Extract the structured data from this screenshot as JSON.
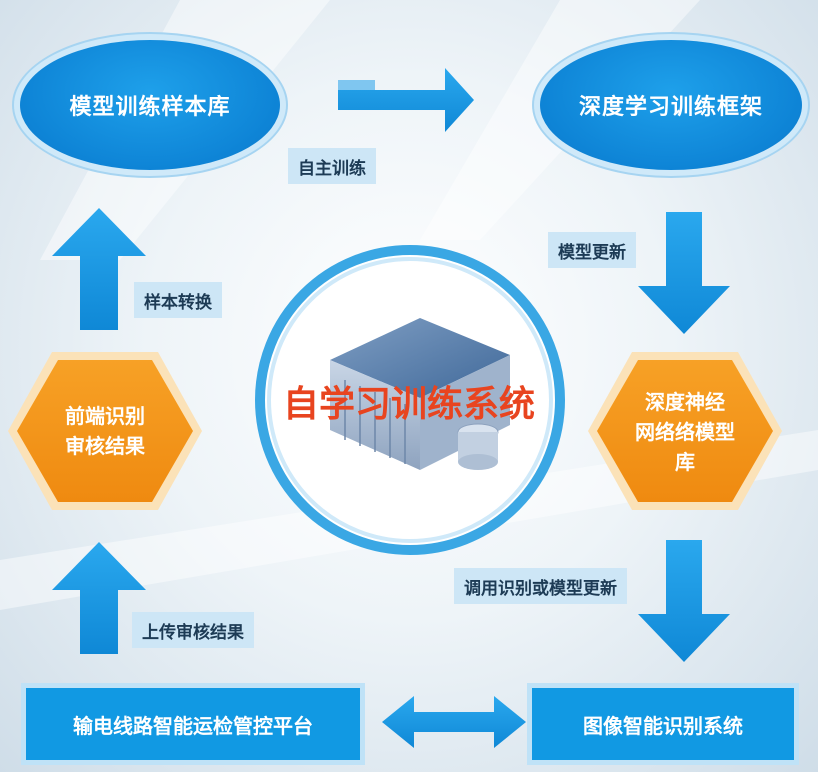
{
  "nodes": {
    "sample_library": "模型训练样本库",
    "dl_framework": "深度学习训练框架",
    "dnn_library": [
      "深度神经",
      "网络络模型",
      "库"
    ],
    "image_recognition": "图像智能识别系统",
    "platform": "输电线路智能运检管控平台",
    "frontend_review": [
      "前端识别",
      "审核结果"
    ]
  },
  "center": {
    "title": "自学习训练系统"
  },
  "edge_labels": {
    "self_training": "自主训练",
    "model_update": "模型更新",
    "sample_conversion": "样本转换",
    "call_or_update": "调用识别或模型更新",
    "upload_review": "上传审核结果"
  },
  "colors": {
    "blue": "#1199e3",
    "orange": "#f2961b",
    "center_text": "#e8441f"
  }
}
